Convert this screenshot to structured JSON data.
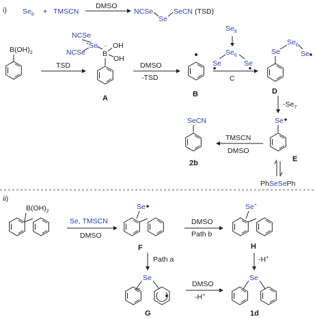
{
  "sections": {
    "part_i": "i)",
    "part_ii": "ii)"
  },
  "top_eq": {
    "se8": "Se",
    "se8_sub": "8",
    "plus": "+",
    "tmscn": "TMSCN",
    "arrow_label": "DMSO",
    "product": "NCSe",
    "product_mid": "Se",
    "product_end": "SeCN",
    "product_abbr": "(TSD)"
  },
  "row1": {
    "boronic": "B(OH)",
    "boronic_sub": "2",
    "arrow1": "TSD",
    "A_ncse_top": "NCSe",
    "A_ncse_left": "NCSe",
    "A_se_plus": "Se",
    "A_b": "B",
    "A_oh1": "OH",
    "A_oh2": "OH",
    "A_label": "A",
    "arrow2_top": "DMSO",
    "arrow2_bottom": "-TSD",
    "B_label": "B",
    "C_se8": "Se",
    "C_se8_sub": "8",
    "C_se6": "Se",
    "C_se6_sub": "6",
    "C_se_left": "Se",
    "C_se_right": "Se",
    "C_label": "C",
    "D_se": "Se",
    "D_se6": "Se",
    "D_se6_sub": "6",
    "D_se_end": "Se",
    "D_label": "D"
  },
  "row2": {
    "arrow_down": "-Se",
    "arrow_down_sub": "7",
    "E_se": "Se",
    "E_label": "E",
    "arrow_left_top": "TMSCN",
    "arrow_left_bottom": "DMSO",
    "b2_secn": "SeCN",
    "b2_label": "2b",
    "phsesePh_1": "Ph",
    "phsesePh_2": "SeSe",
    "phsesePh_3": "Ph"
  },
  "row3": {
    "biphenyl_b": "B(OH)",
    "biphenyl_b_sub": "2",
    "arrow1_top": "Se, TMSCN",
    "arrow1_bottom": "DMSO",
    "F_se": "Se",
    "F_label": "F",
    "arrow2_top": "DMSO",
    "arrow2_bottom": "Path b",
    "H_se": "Se",
    "H_label": "H",
    "path_a": "Path a",
    "minus_h": "-H",
    "G_se": "Se",
    "G_label": "G",
    "arrow3_top": "DMSO",
    "arrow3_bottom": "-H",
    "d1_se": "Se",
    "d1_label": "1d"
  },
  "colors": {
    "blue": "#2a3db8",
    "black": "#1a1a1a"
  }
}
